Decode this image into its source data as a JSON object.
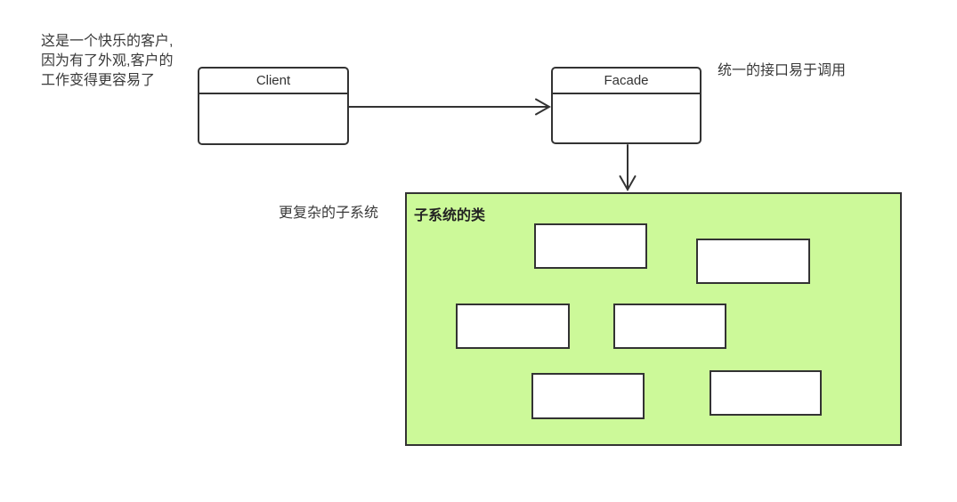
{
  "diagram": {
    "title_implicit": "Facade pattern diagram",
    "annotations": {
      "client_note": {
        "lines": [
          "这是一个快乐的客户,",
          "因为有了外观,客户的",
          "工作变得更容易了"
        ]
      },
      "facade_note": "统一的接口易于调用",
      "subsystem_note": "更复杂的子系统"
    },
    "nodes": {
      "client": {
        "label": "Client",
        "type": "uml-class"
      },
      "facade": {
        "label": "Facade",
        "type": "uml-class"
      },
      "subsystem": {
        "label": "子系统的类",
        "type": "container",
        "fill": "#ccf999",
        "empty_class_count": 6
      }
    },
    "edges": [
      {
        "from": "client",
        "to": "facade",
        "style": "open-arrow",
        "direction": "right"
      },
      {
        "from": "facade",
        "to": "subsystem",
        "style": "open-arrow",
        "direction": "down"
      }
    ],
    "colors": {
      "background": "#ffffff",
      "border": "#333333",
      "text": "#3a3a3a",
      "subsystem_fill": "#ccf999"
    }
  }
}
